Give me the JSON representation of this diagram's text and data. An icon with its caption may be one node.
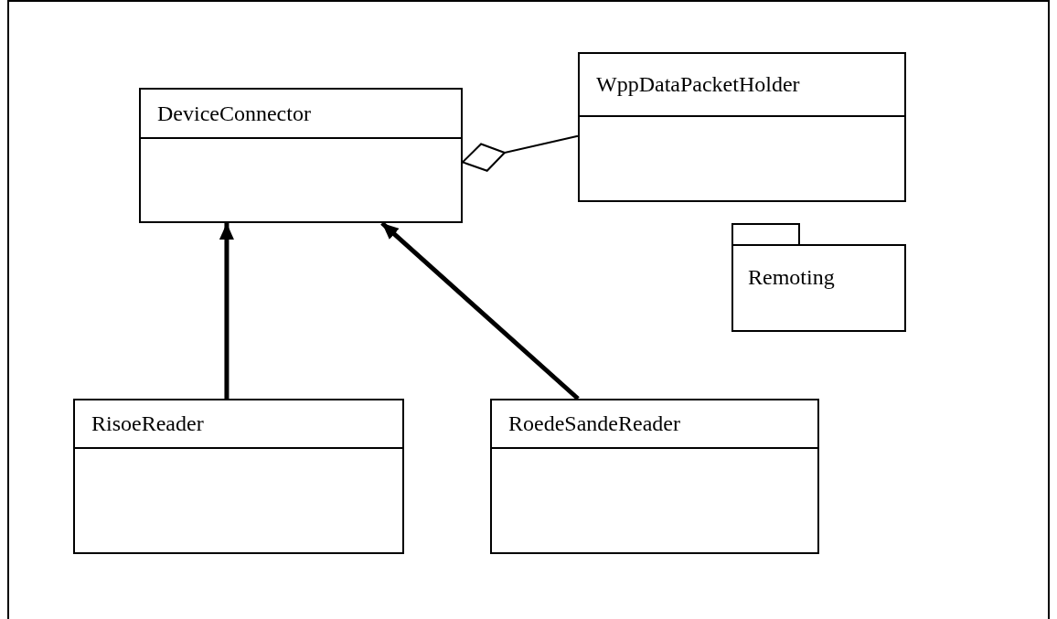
{
  "diagram": {
    "nodes": [
      {
        "text": [
          "DeviceConnector"
        ]
      },
      {
        "text": [
          "WppDataPacketHolder"
        ]
      },
      {
        "text": [
          "Remoting"
        ]
      },
      {
        "text": [
          "RisoeReader"
        ]
      },
      {
        "text": [
          "RoedeSandeReader"
        ]
      }
    ],
    "edges": [
      {
        "from": 1,
        "to": 0,
        "arrow": "other"
      },
      {
        "from": 3,
        "to": 0,
        "arrow": "to"
      },
      {
        "from": 4,
        "to": 0,
        "arrow": "to"
      }
    ]
  }
}
